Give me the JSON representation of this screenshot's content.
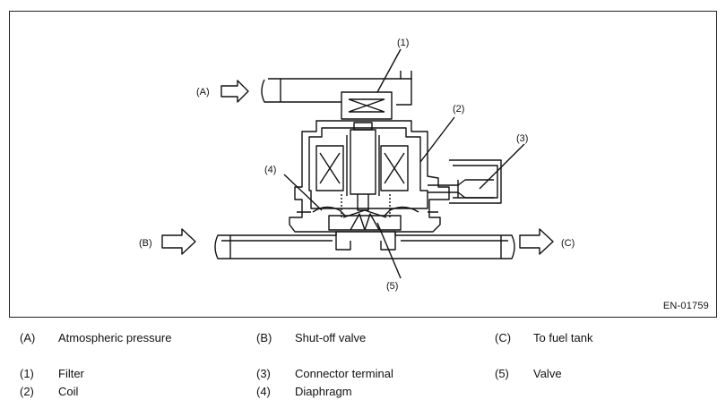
{
  "diagram": {
    "labels": {
      "A": "(A)",
      "B": "(B)",
      "C": "(C)",
      "n1": "(1)",
      "n2": "(2)",
      "n3": "(3)",
      "n4": "(4)",
      "n5": "(5)"
    },
    "figure_code": "EN-01759"
  },
  "legend": [
    {
      "key": "(A)",
      "text": "Atmospheric pressure"
    },
    {
      "key": "(B)",
      "text": "Shut-off valve"
    },
    {
      "key": "(C)",
      "text": "To fuel tank"
    },
    {
      "key": "(1)",
      "text": "Filter"
    },
    {
      "key": "(3)",
      "text": "Connector terminal"
    },
    {
      "key": "(5)",
      "text": "Valve"
    },
    {
      "key": "(2)",
      "text": "Coil"
    },
    {
      "key": "(4)",
      "text": "Diaphragm"
    }
  ]
}
